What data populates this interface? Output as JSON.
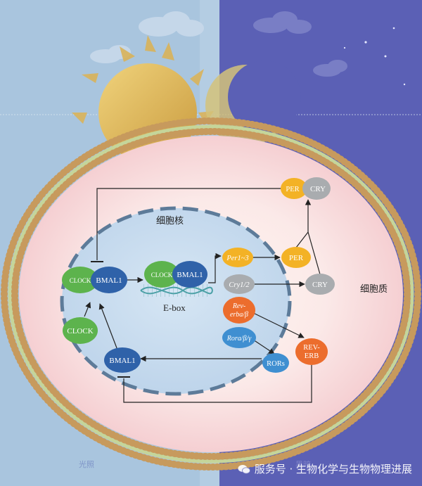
{
  "background": {
    "day_label": "光照",
    "night_label": "黑暗",
    "colors": {
      "day_sky": "#a8c4df",
      "night_sky": "#5a5fb4",
      "sun": "#e3c063"
    }
  },
  "cell": {
    "cytoplasm_label": "细胞质",
    "nucleus_label": "细胞核",
    "membrane_color": "#c79a5d"
  },
  "nucleus": {
    "complex_clock": "CLOCK",
    "complex_bmal1": "BMAL1",
    "dna_clock": "CLOCK",
    "dna_bmal1": "BMAL1",
    "ebox_label": "E-box",
    "clock_mono": "CLOCK",
    "bmal1_mono": "BMAL1",
    "genes": {
      "per": "Per1~3",
      "cry": "Cry1/2",
      "reverb_line1": "Rev-",
      "reverb_line2": "erba/β",
      "ror": "Rora/β/γ"
    }
  },
  "cytoplasm": {
    "per_cry_per": "PER",
    "per_cry_cry": "CRY",
    "per": "PER",
    "cry": "CRY",
    "reverb_line1": "REV-",
    "reverb_line2": "ERB",
    "rors": "RORs"
  },
  "watermark": {
    "text": "服务号 · 生物化学与生物物理进展",
    "icon": "wechat-icon"
  }
}
